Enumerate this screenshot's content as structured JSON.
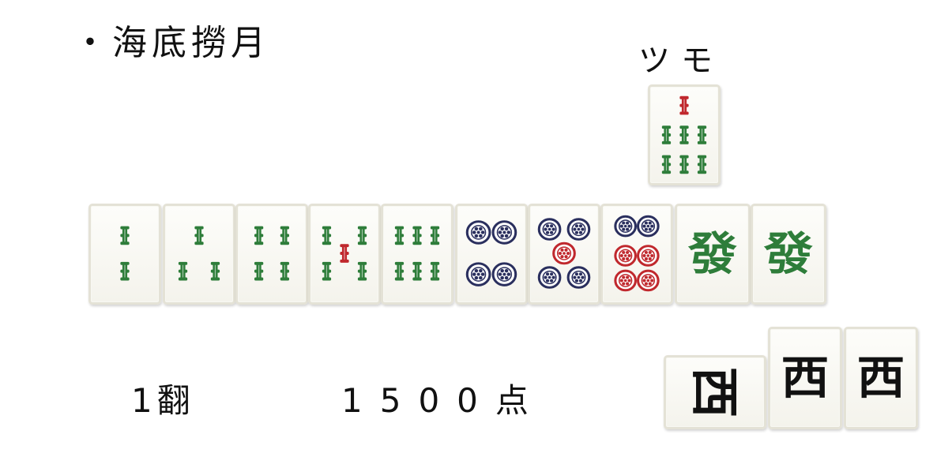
{
  "title": "・海底撈月",
  "tsumo_label": "ツモ",
  "drawn_tile": {
    "suit": "sou",
    "rank": 7
  },
  "hand": [
    {
      "suit": "sou",
      "rank": 2
    },
    {
      "suit": "sou",
      "rank": 3
    },
    {
      "suit": "sou",
      "rank": 4
    },
    {
      "suit": "sou",
      "rank": 5
    },
    {
      "suit": "sou",
      "rank": 6
    },
    {
      "suit": "pin",
      "rank": 4
    },
    {
      "suit": "pin",
      "rank": 5
    },
    {
      "suit": "pin",
      "rank": 6
    },
    {
      "suit": "honor",
      "glyph": "發"
    },
    {
      "suit": "honor",
      "glyph": "發"
    }
  ],
  "meld": [
    {
      "suit": "honor",
      "glyph": "西",
      "orientation": "sideways"
    },
    {
      "suit": "honor",
      "glyph": "西",
      "orientation": "upright"
    },
    {
      "suit": "honor",
      "glyph": "西",
      "orientation": "upright"
    }
  ],
  "han_text": "1翻",
  "points_text": "1500点",
  "colors": {
    "bamboo": "#2e7d3a",
    "bamboo_red": "#c0282d",
    "pin_blue": "#2a2f5e",
    "pin_red": "#c0282d",
    "hatsu": "#2e7d3a",
    "wind": "#111111"
  }
}
